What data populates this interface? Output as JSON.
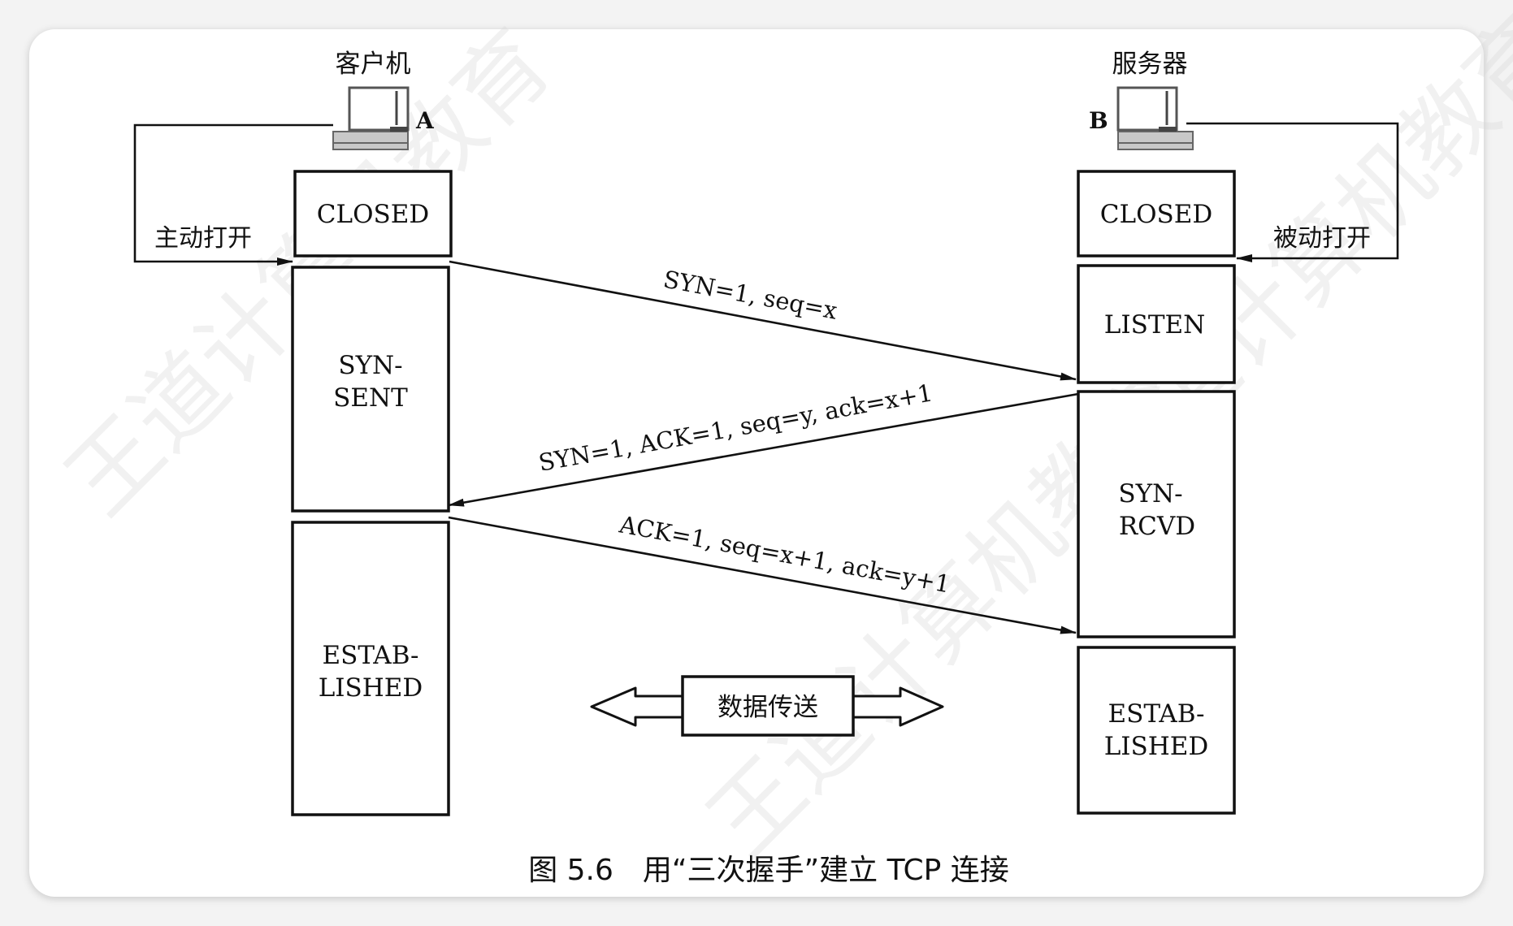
{
  "client": {
    "title": "客户机",
    "host_label": "A",
    "action": "主动打开"
  },
  "server": {
    "title": "服务器",
    "host_label": "B",
    "action": "被动打开"
  },
  "client_states": [
    {
      "line1": "CLOSED",
      "line2": ""
    },
    {
      "line1": "SYN-",
      "line2": "SENT"
    },
    {
      "line1": "ESTAB-",
      "line2": "LISHED"
    }
  ],
  "server_states": [
    {
      "line1": "CLOSED",
      "line2": ""
    },
    {
      "line1": "LISTEN",
      "line2": ""
    },
    {
      "line1": "SYN-",
      "line2": "RCVD"
    },
    {
      "line1": "ESTAB-",
      "line2": "LISHED"
    }
  ],
  "messages": [
    {
      "text": "SYN=1, seq=x"
    },
    {
      "text": "SYN=1, ACK=1, seq=y, ack=x+1"
    },
    {
      "text": "ACK=1, seq=x+1, ack=y+1"
    }
  ],
  "data_transfer": "数据传送",
  "caption": "图 5.6　用“三次握手”建立 TCP 连接",
  "watermark": [
    "王道计算机教育",
    "王道计算机教育",
    "王道计算机教育"
  ]
}
